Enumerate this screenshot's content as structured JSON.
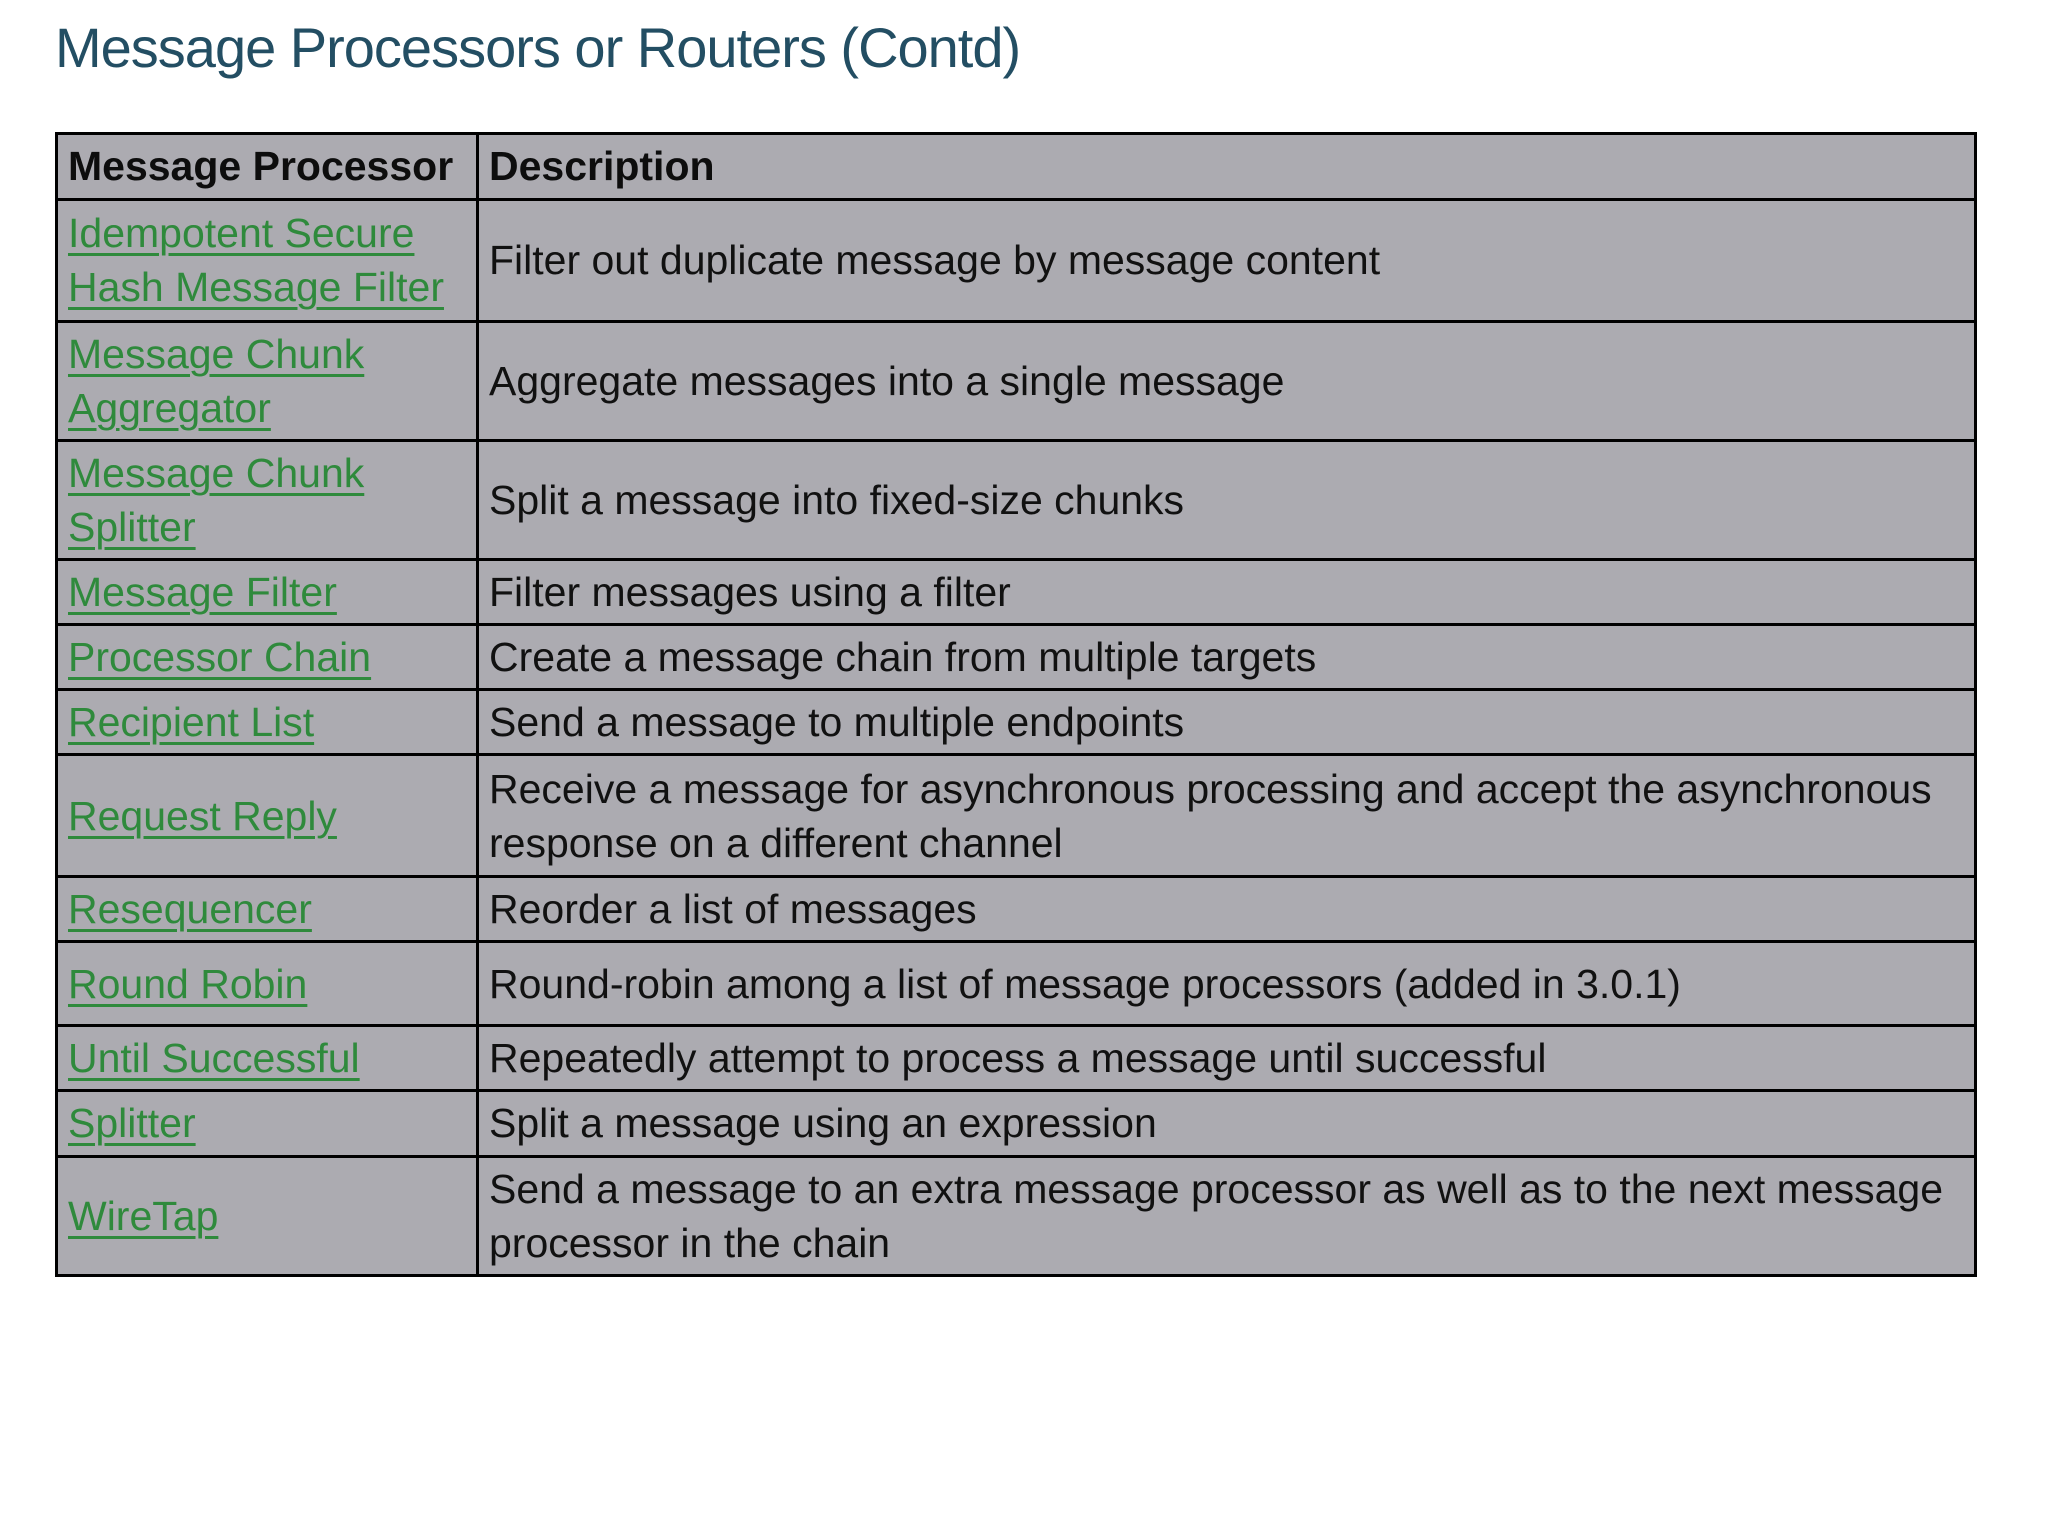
{
  "title": "Message Processors or Routers (Contd)",
  "colors": {
    "title_text": "#234e63",
    "link_green": "#2f8a3c",
    "table_background": "#acabb1",
    "table_border": "#000000",
    "body_text": "#111111"
  },
  "table": {
    "headers": [
      "Message Processor",
      "Description"
    ],
    "rows": [
      {
        "processor": "Idempotent Secure Hash Message Filter",
        "description": "Filter out duplicate message by message content"
      },
      {
        "processor": "Message Chunk Aggregator",
        "description": "Aggregate messages into a single message"
      },
      {
        "processor": "Message Chunk Splitter",
        "description": "Split a message into fixed-size chunks"
      },
      {
        "processor": "Message Filter",
        "description": "Filter messages using a filter"
      },
      {
        "processor": "Processor Chain",
        "description": "Create a message chain from multiple targets"
      },
      {
        "processor": "Recipient List",
        "description": "Send a message to multiple endpoints"
      },
      {
        "processor": "Request Reply",
        "description": "Receive a message for asynchronous processing and accept the asynchronous response on a different channel"
      },
      {
        "processor": "Resequencer",
        "description": "Reorder a list of messages"
      },
      {
        "processor": "Round Robin",
        "description": "Round-robin among a list of message processors (added in 3.0.1)"
      },
      {
        "processor": "Until Successful",
        "description": "Repeatedly attempt to process a message until successful"
      },
      {
        "processor": "Splitter",
        "description": "Split a message using an expression"
      },
      {
        "processor": "WireTap",
        "description": "Send a message to an extra message processor as well as to the next message processor in the chain"
      }
    ]
  }
}
